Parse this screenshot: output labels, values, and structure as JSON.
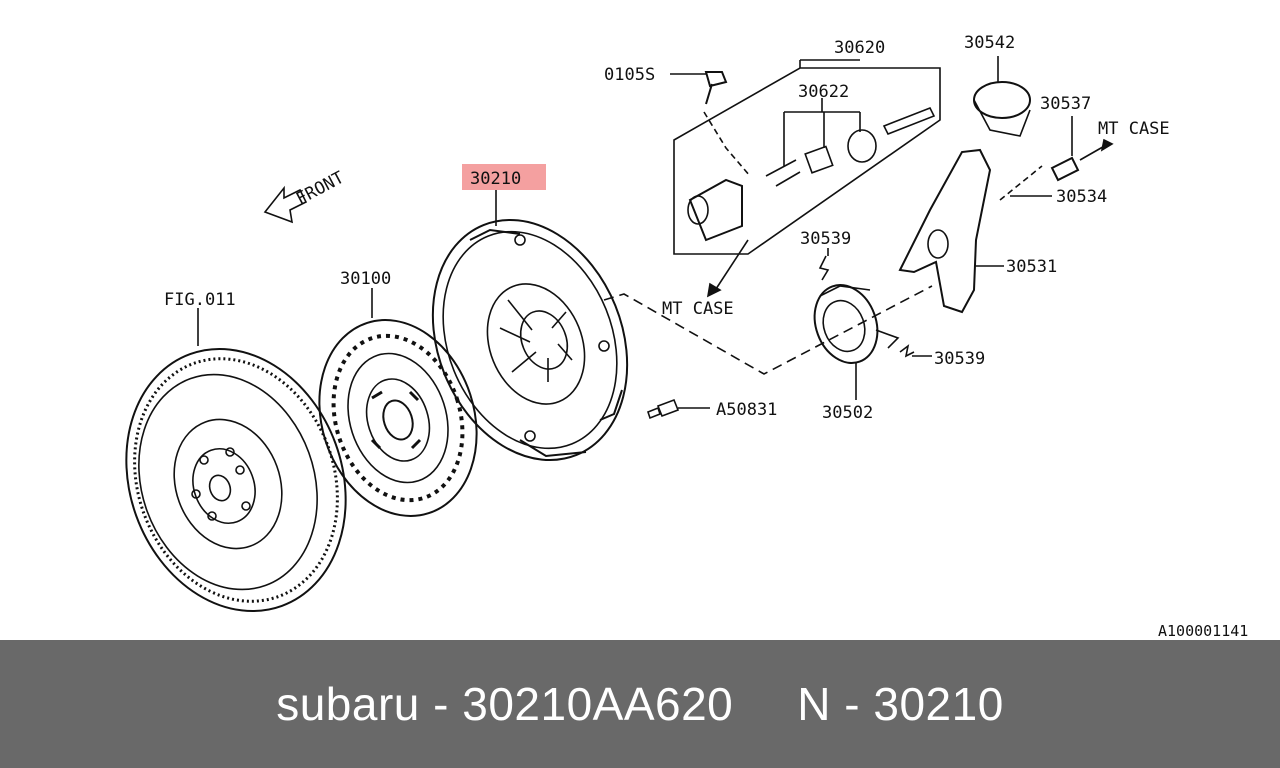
{
  "diagram": {
    "labels": {
      "front": "FRONT",
      "fig011": "FIG.011",
      "p30100": "30100",
      "p30210": "30210",
      "p30620": "30620",
      "p30622": "30622",
      "p0105s": "0105S",
      "mt_case_left": "MT CASE",
      "mt_case_right": "MT CASE",
      "p30542": "30542",
      "p30537": "30537",
      "p30534": "30534",
      "p30531": "30531",
      "p30539_top": "30539",
      "p30539_right": "30539",
      "p30502": "30502",
      "a50831": "A50831",
      "ref_code": "A100001141"
    },
    "highlight_color": "#f4a0a0"
  },
  "footer": {
    "brand_part": "subaru - 30210AA620",
    "number": "N - 30210"
  }
}
